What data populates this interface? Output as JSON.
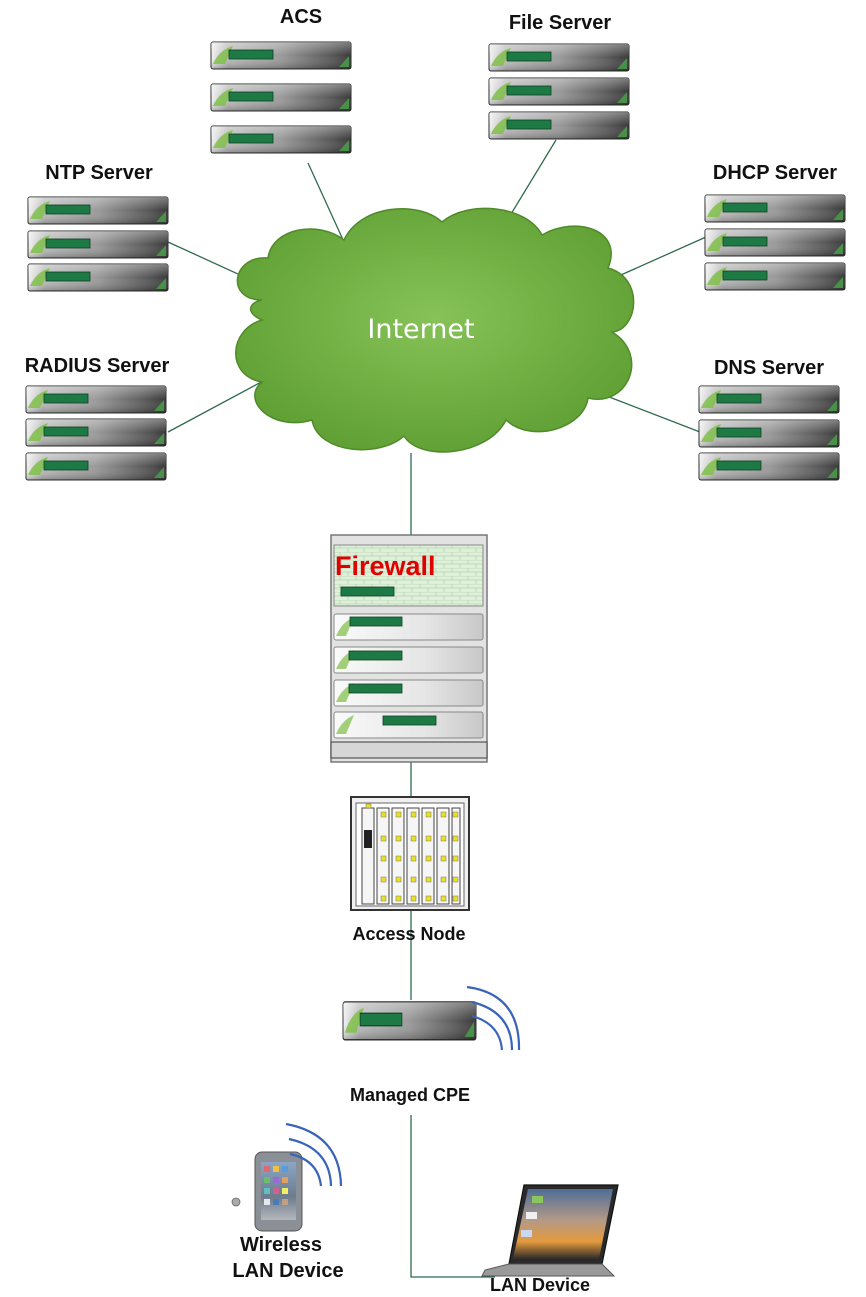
{
  "diagram": {
    "cloud_label": "Internet",
    "firewall_label": "Firewall",
    "servers": {
      "acs": "ACS",
      "file_server": "File Server",
      "ntp_server": "NTP Server",
      "dhcp_server": "DHCP Server",
      "radius_server": "RADIUS Server",
      "dns_server": "DNS Server"
    },
    "access_node": "Access Node",
    "managed_cpe": "Managed CPE",
    "wireless_device": {
      "line1": "Wireless",
      "line2": "LAN Device"
    },
    "lan_device": "LAN Device"
  },
  "colors": {
    "cloud": "#6aab3c",
    "link": "#2f6b4f",
    "server_dark": "#3a3a3a",
    "server_light": "#8a8a8a",
    "led_green": "#1e7a45",
    "firewall_text": "#e00000",
    "wifi": "#3a64b8"
  }
}
